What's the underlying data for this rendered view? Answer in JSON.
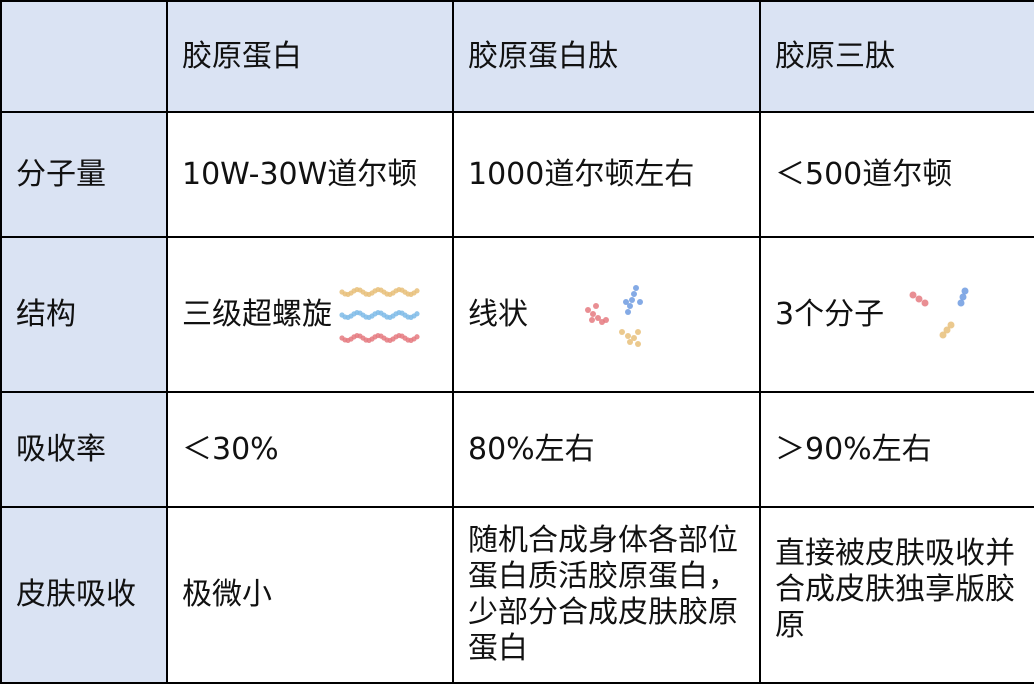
{
  "header": [
    "",
    "胶原蛋白",
    "胶原蛋白肽",
    "胶原三肽"
  ],
  "rows": [
    {
      "label": "分子量",
      "cells": [
        "10W-30W道尔顿",
        "1000道尔顿左右",
        "＜500道尔顿"
      ]
    },
    {
      "label": "结构",
      "cells": [
        "三级超螺旋",
        "线状",
        "3个分子"
      ]
    },
    {
      "label": "吸收率",
      "cells": [
        "＜30%",
        "80%左右",
        "＞90%左右"
      ]
    },
    {
      "label": "皮肤吸收",
      "cells": [
        "极微小",
        "随机合成身体各部位蛋白质活胶原蛋白，少部分合成皮肤胶原蛋白",
        "直接被皮肤吸收并合成皮肤独享版胶原"
      ]
    }
  ],
  "colors": {
    "header_bg": "#dae3f3",
    "molecule_colors": [
      "#e8c07a",
      "#7fbbe8",
      "#e57a80",
      "#6f9be0"
    ]
  }
}
